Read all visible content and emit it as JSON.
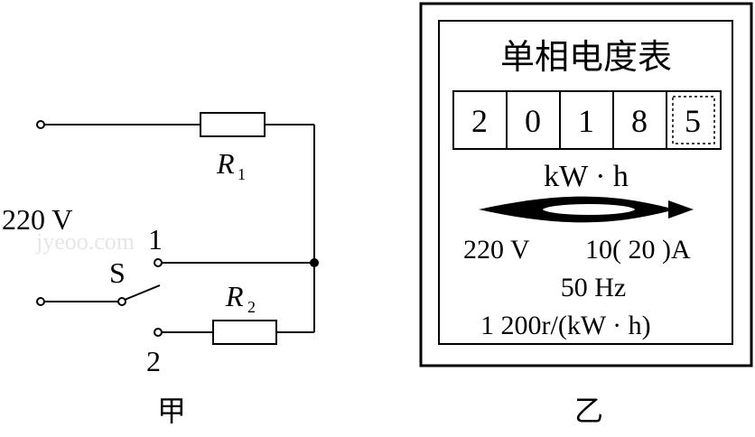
{
  "circuit": {
    "caption": "甲",
    "voltage_label": "220 V",
    "switch_label": "S",
    "terminal_1": "1",
    "terminal_2": "2",
    "r1": {
      "letter": "R",
      "sub": "1"
    },
    "r2": {
      "letter": "R",
      "sub": "2"
    }
  },
  "meter": {
    "caption": "乙",
    "title": "单相电度表",
    "digits": [
      "2",
      "0",
      "1",
      "8",
      "5"
    ],
    "unit": "kW · h",
    "rating_voltage": "220 V",
    "rating_current": "10( 20 )A",
    "frequency": "50 Hz",
    "constant": "1 200r/(kW · h)"
  },
  "watermark": "jyeoo.com"
}
